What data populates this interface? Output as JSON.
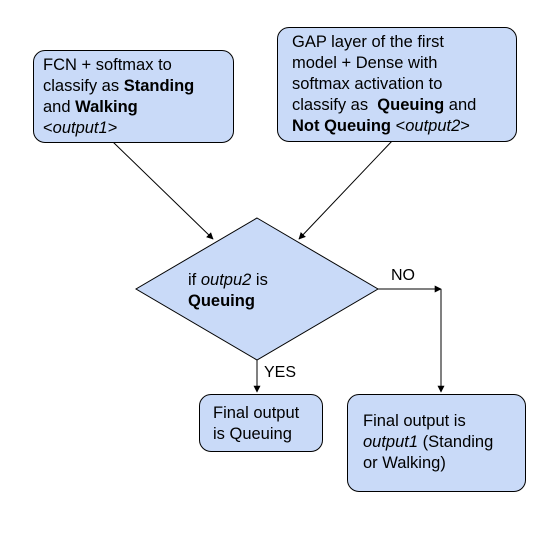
{
  "box1": {
    "l1": "FCN + softmax to",
    "l2_pre": "classify as ",
    "l2_bold": "Standing",
    "l3_pre": "and ",
    "l3_bold": "Walking",
    "l4_pre": "<",
    "l4_it": "output1",
    "l4_post": ">"
  },
  "box2": {
    "l1": "GAP layer of the first",
    "l2": "model + Dense with",
    "l3": "softmax activation to",
    "l4_pre": "classify as  ",
    "l4_bold": "Queuing",
    "l4_post": " and",
    "l5_bold": "Not Queuing",
    "l5_pre": " <",
    "l5_it": "output2",
    "l5_post": ">"
  },
  "decision": {
    "l1_pre": "if ",
    "l1_it": "outpu2",
    "l1_post": " is",
    "l2_bold": "Queuing"
  },
  "edges": {
    "no": "NO",
    "yes": "YES"
  },
  "box3": {
    "l1": "Final output",
    "l2": "is Queuing"
  },
  "box4": {
    "l1": "Final output is",
    "l2_it": "output1",
    "l2_post": " (Standing",
    "l3": "or Walking)"
  },
  "colors": {
    "fill": "#c9daf8",
    "stroke": "#000000"
  }
}
